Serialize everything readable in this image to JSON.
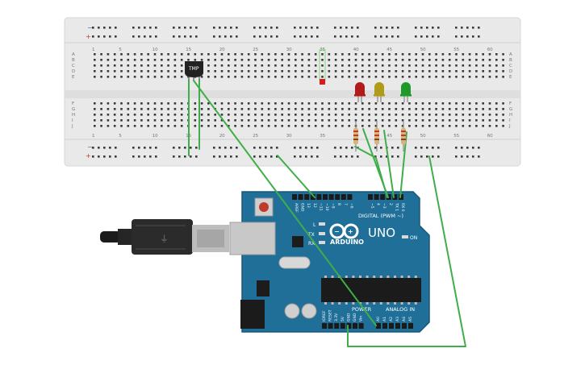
{
  "breadboard": {
    "rail_minus": "−",
    "rail_plus": "+",
    "column_numbers": [
      "1",
      "5",
      "10",
      "15",
      "20",
      "25",
      "30",
      "35",
      "40",
      "45",
      "50",
      "55",
      "60"
    ],
    "row_letters_top": [
      "A",
      "B",
      "C",
      "D",
      "E"
    ],
    "row_letters_bottom": [
      "F",
      "G",
      "H",
      "I",
      "J"
    ]
  },
  "components": {
    "temp_sensor_label": "TMP",
    "led_colors": [
      "#b01c1c",
      "#b09a1a",
      "#1f9a2a"
    ]
  },
  "arduino": {
    "brand": "ARDUINO",
    "model": "UNO",
    "digital_label": "DIGITAL (PWM ~)",
    "power_label": "POWER",
    "analog_label": "ANALOG IN",
    "on_label": "ON",
    "tx_label": "TX",
    "rx_label": "RX",
    "l_label": "L",
    "digital_pins": [
      "AREF",
      "GND",
      "13",
      "12",
      "~11",
      "~10",
      "~9",
      "8",
      "7",
      "~6",
      "~5",
      "4",
      "~3",
      "2",
      "TX 1",
      "RX 0"
    ],
    "power_pins": [
      "IOREF",
      "RESET",
      "3.3V",
      "5V",
      "GND",
      "GND",
      "Vin"
    ],
    "analog_pins": [
      "A0",
      "A1",
      "A2",
      "A3",
      "A4",
      "A5"
    ]
  },
  "colors": {
    "board_blue": "#1f6f98",
    "wire_green": "#3fae49",
    "breadboard": "#e9e9e9"
  }
}
